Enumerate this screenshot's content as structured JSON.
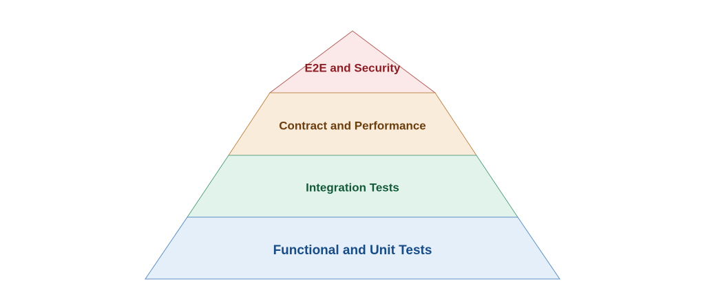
{
  "pyramid": {
    "layers": [
      {
        "label": "E2E and Security",
        "fill": "#fbe8e8",
        "stroke": "#b5605c",
        "text_color": "#8b1e24"
      },
      {
        "label": "Contract and Performance",
        "fill": "#f9ecda",
        "stroke": "#c08a4e",
        "text_color": "#6b3d0c"
      },
      {
        "label": "Integration Tests",
        "fill": "#e1f3ea",
        "stroke": "#5aa382",
        "text_color": "#145a3a"
      },
      {
        "label": "Functional and Unit Tests",
        "fill": "#e5effa",
        "stroke": "#5b8fc4",
        "text_color": "#174c87"
      }
    ]
  }
}
